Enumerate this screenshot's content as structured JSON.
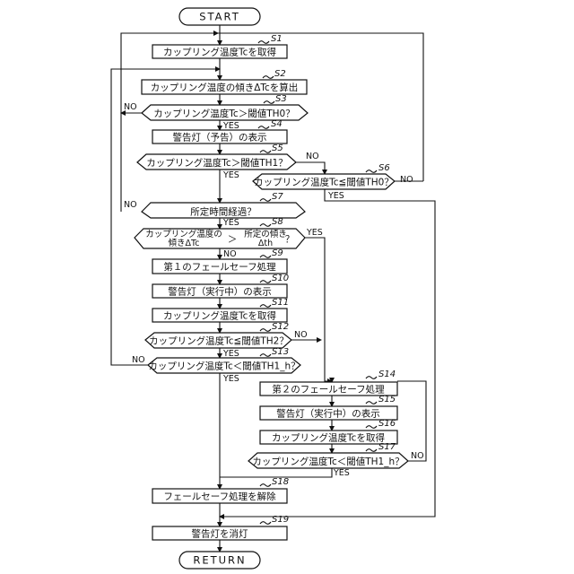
{
  "terminals": {
    "start": "START",
    "end": "RETURN"
  },
  "branches": {
    "yes": "YES",
    "no": "NO"
  },
  "steps": {
    "s1": {
      "id": "S1",
      "text": "カップリング温度Tcを取得"
    },
    "s2": {
      "id": "S2",
      "text": "カップリング温度の傾きΔTcを算出"
    },
    "s3": {
      "id": "S3",
      "text": "カップリング温度Tc＞閾値TH0？"
    },
    "s4": {
      "id": "S4",
      "text": "警告灯（予告）の表示"
    },
    "s5": {
      "id": "S5",
      "text": "カップリング温度Tc＞閾値TH1？"
    },
    "s6": {
      "id": "S6",
      "text": "カップリング温度Tc≦閾値TH0？"
    },
    "s7": {
      "id": "S7",
      "text": "所定時間経過？"
    },
    "s8": {
      "id": "S8",
      "left_line1": "カップリング温度の",
      "left_line2": "傾きΔTc",
      "op": "＞",
      "right_line1": "所定の傾き",
      "right_line2": "Δth",
      "q": "？"
    },
    "s9": {
      "id": "S9",
      "text": "第１のフェールセーフ処理"
    },
    "s10": {
      "id": "S10",
      "text": "警告灯（実行中）の表示"
    },
    "s11": {
      "id": "S11",
      "text": "カップリング温度Tcを取得"
    },
    "s12": {
      "id": "S12",
      "text": "カップリング温度Tc≦閾値TH2？"
    },
    "s13": {
      "id": "S13",
      "text": "カップリング温度Tc＜閾値TH1_h？"
    },
    "s14": {
      "id": "S14",
      "text": "第２のフェールセーフ処理"
    },
    "s15": {
      "id": "S15",
      "text": "警告灯（実行中）の表示"
    },
    "s16": {
      "id": "S16",
      "text": "カップリング温度Tcを取得"
    },
    "s17": {
      "id": "S17",
      "text": "カップリング温度Tc＜閾値TH1_h？"
    },
    "s18": {
      "id": "S18",
      "text": "フェールセーフ処理を解除"
    },
    "s19": {
      "id": "S19",
      "text": "警告灯を消灯"
    }
  }
}
